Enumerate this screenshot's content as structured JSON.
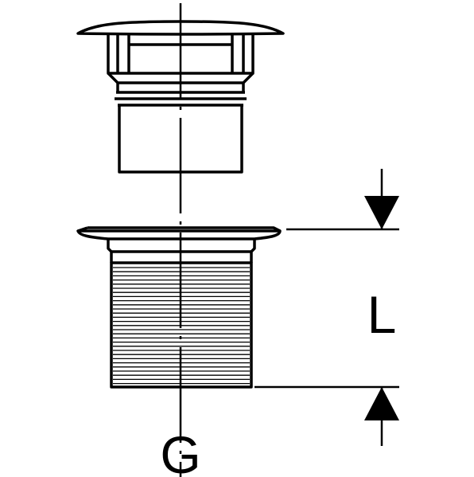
{
  "drawing": {
    "parts": [
      "plug-cap",
      "drain-body"
    ],
    "dimension_label": "L",
    "thread_label": "G",
    "line_color": "#000000",
    "background_color": "#ffffff"
  }
}
